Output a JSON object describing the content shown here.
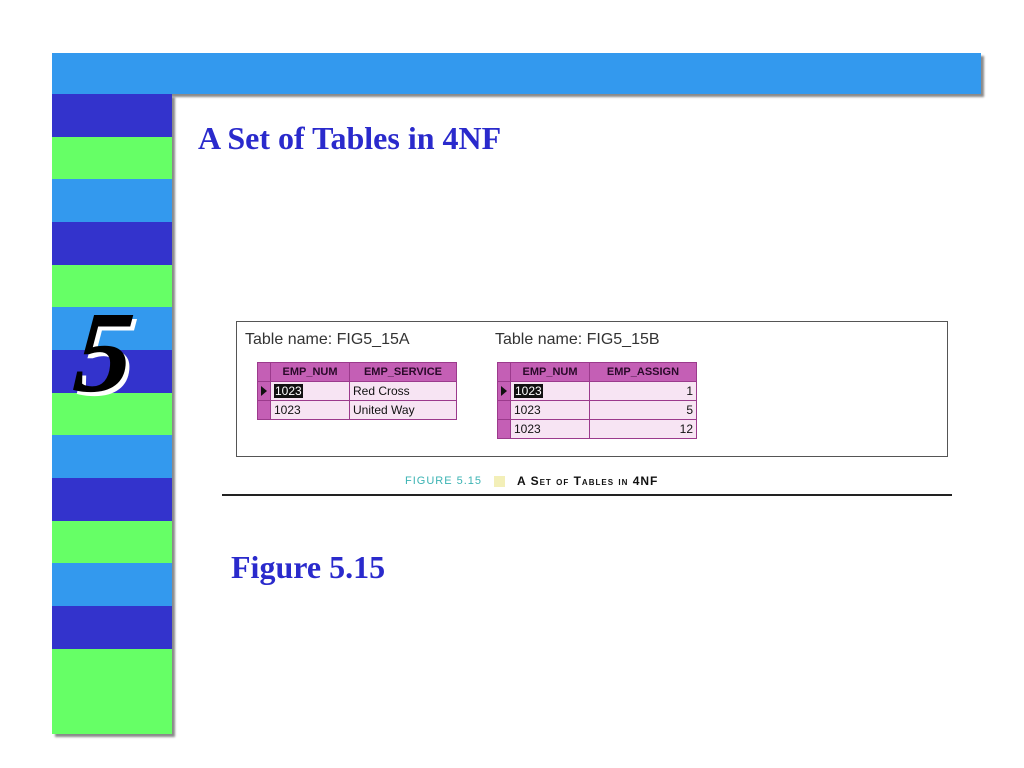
{
  "slide": {
    "chapter_number": "5",
    "title": "A Set of Tables in 4NF",
    "subtitle": "Figure 5.15"
  },
  "colors": {
    "top_bar": "#3399ee",
    "stripe_blue": "#3333cc",
    "stripe_green": "#66ff66",
    "stripe_sky": "#3399ee",
    "title_text": "#2a2acc",
    "table_header": "#c45fb5",
    "table_cell": "#f7e4f3"
  },
  "figure": {
    "table_a": {
      "name": "Table name: FIG5_15A",
      "columns": [
        "EMP_NUM",
        "EMP_SERVICE"
      ],
      "rows": [
        [
          "1023",
          "Red Cross"
        ],
        [
          "1023",
          "United Way"
        ]
      ]
    },
    "table_b": {
      "name": "Table name: FIG5_15B",
      "columns": [
        "EMP_NUM",
        "EMP_ASSIGN"
      ],
      "rows": [
        [
          "1023",
          "1"
        ],
        [
          "1023",
          "5"
        ],
        [
          "1023",
          "12"
        ]
      ]
    },
    "caption_label": "FIGURE 5.15",
    "caption_text": "A Set of Tables in 4NF"
  },
  "icons": {
    "row_selector": "right-triangle-icon"
  }
}
